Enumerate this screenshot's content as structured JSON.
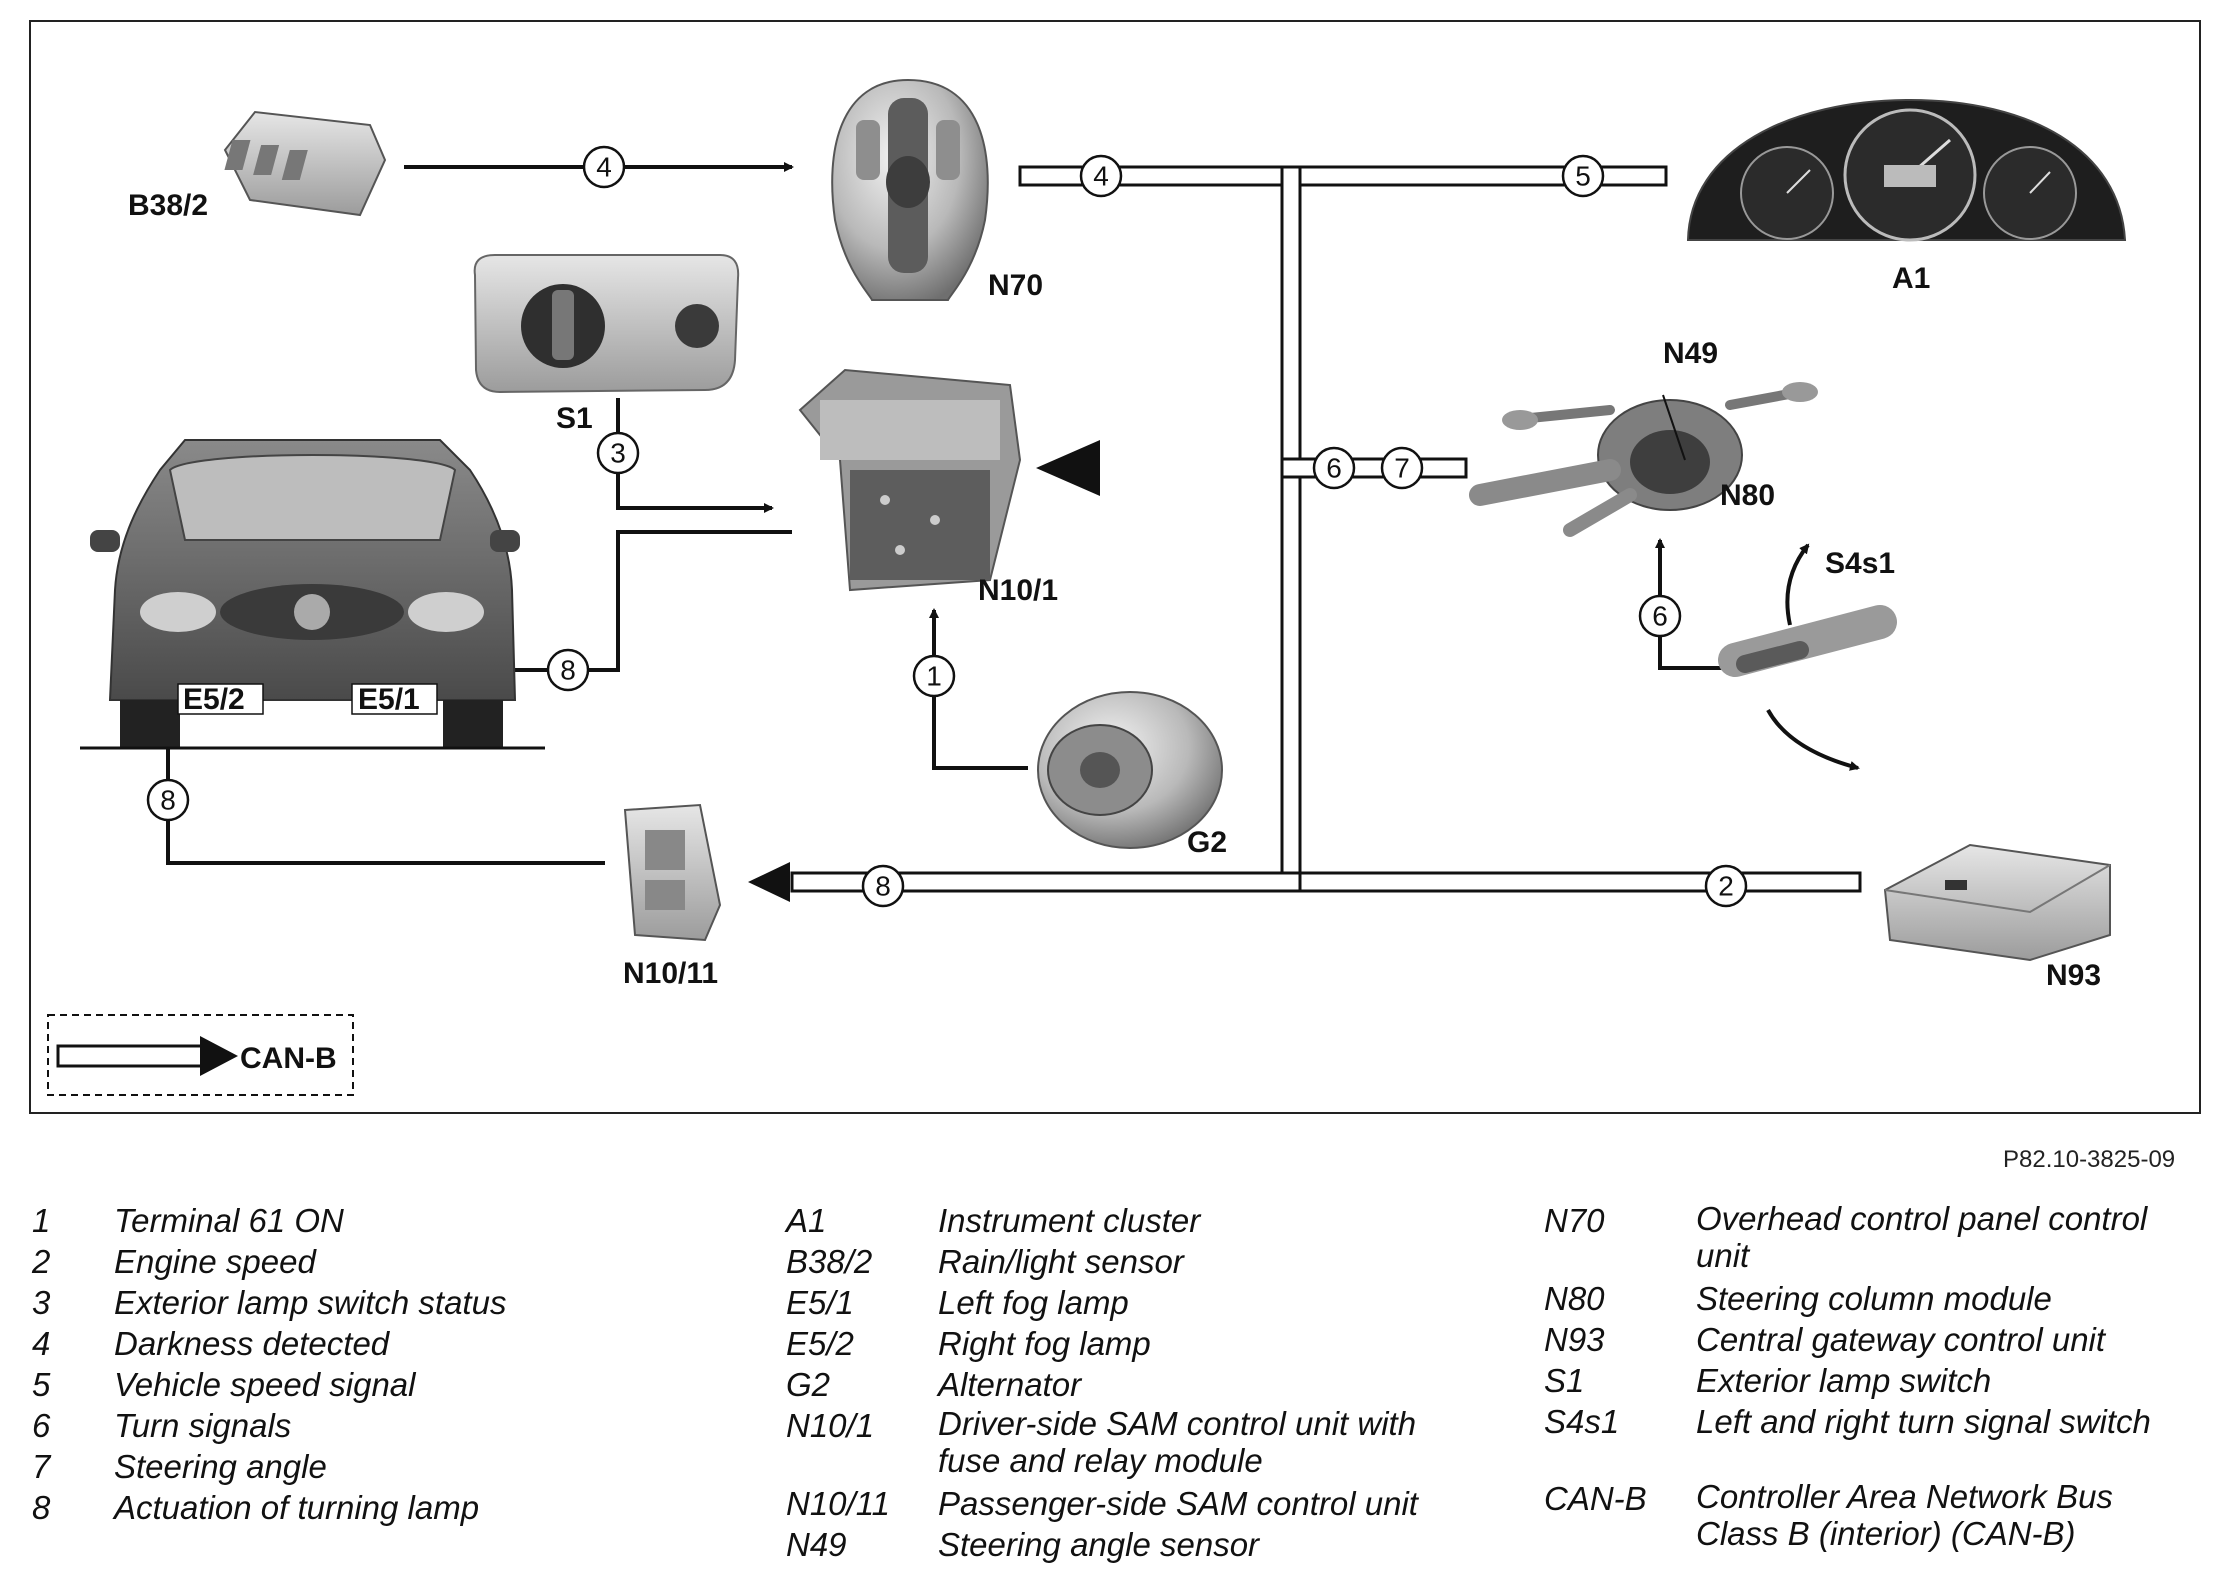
{
  "components": {
    "B38_2": "B38/2",
    "N70": "N70",
    "A1": "A1",
    "S1": "S1",
    "N49": "N49",
    "N80": "N80",
    "S4s1": "S4s1",
    "N10_1": "N10/1",
    "E5_2": "E5/2",
    "E5_1": "E5/1",
    "G2": "G2",
    "N10_11": "N10/11",
    "N93": "N93"
  },
  "signal_markers": {
    "m4a": "4",
    "m4b": "4",
    "m5": "5",
    "m3": "3",
    "m6a": "6",
    "m7": "7",
    "m6b": "6",
    "m8a": "8",
    "m1": "1",
    "m8b": "8",
    "m8c": "8",
    "m2": "2"
  },
  "key": {
    "label": "CAN-B"
  },
  "figure_ref": "P82.10-3825-09",
  "legend": {
    "signals": [
      {
        "code": "1",
        "text": "Terminal 61 ON"
      },
      {
        "code": "2",
        "text": "Engine speed"
      },
      {
        "code": "3",
        "text": "Exterior lamp switch status"
      },
      {
        "code": "4",
        "text": "Darkness detected"
      },
      {
        "code": "5",
        "text": "Vehicle speed signal"
      },
      {
        "code": "6",
        "text": "Turn signals"
      },
      {
        "code": "7",
        "text": "Steering angle"
      },
      {
        "code": "8",
        "text": "Actuation of turning lamp"
      }
    ],
    "components_a": [
      {
        "code": "A1",
        "text": "Instrument cluster"
      },
      {
        "code": "B38/2",
        "text": "Rain/light sensor"
      },
      {
        "code": "E5/1",
        "text": "Left fog lamp"
      },
      {
        "code": "E5/2",
        "text": "Right fog lamp"
      },
      {
        "code": "G2",
        "text": "Alternator"
      },
      {
        "code": "N10/1",
        "text": "Driver-side SAM control unit with fuse and relay module"
      },
      {
        "code": "N10/11",
        "text": "Passenger-side SAM control unit"
      },
      {
        "code": "N49",
        "text": "Steering angle sensor"
      }
    ],
    "components_b": [
      {
        "code": "N70",
        "text": "Overhead control panel control unit"
      },
      {
        "code": "N80",
        "text": "Steering column module"
      },
      {
        "code": "N93",
        "text": "Central gateway control unit"
      },
      {
        "code": "S1",
        "text": "Exterior lamp switch"
      },
      {
        "code": "S4s1",
        "text": "Left and right turn signal switch"
      },
      {
        "code": "CAN-B",
        "text": "Controller Area Network Bus Class B (interior) (CAN-B)"
      }
    ]
  }
}
